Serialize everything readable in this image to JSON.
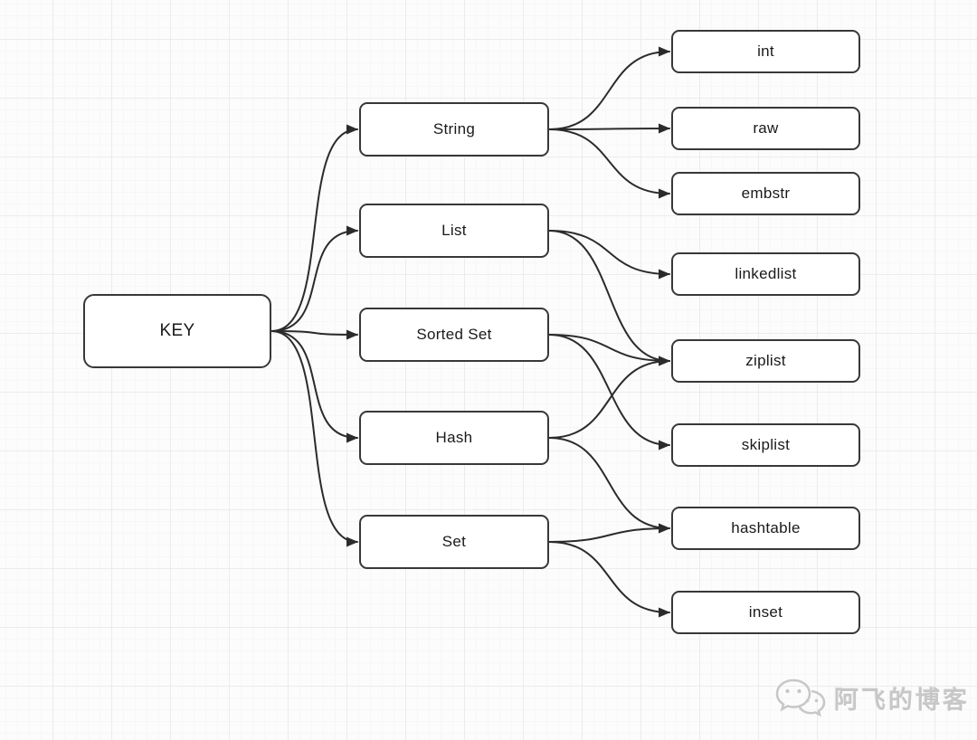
{
  "diagram": {
    "root": {
      "id": "key",
      "label": "KEY"
    },
    "types": [
      {
        "id": "string",
        "label": "String"
      },
      {
        "id": "list",
        "label": "List"
      },
      {
        "id": "sortedset",
        "label": "Sorted Set"
      },
      {
        "id": "hash",
        "label": "Hash"
      },
      {
        "id": "set",
        "label": "Set"
      }
    ],
    "encodings": [
      {
        "id": "int",
        "label": "int"
      },
      {
        "id": "raw",
        "label": "raw"
      },
      {
        "id": "embstr",
        "label": "embstr"
      },
      {
        "id": "linkedlist",
        "label": "linkedlist"
      },
      {
        "id": "ziplist",
        "label": "ziplist"
      },
      {
        "id": "skiplist",
        "label": "skiplist"
      },
      {
        "id": "hashtable",
        "label": "hashtable"
      },
      {
        "id": "inset",
        "label": "inset"
      }
    ],
    "edges": [
      [
        "key",
        "string"
      ],
      [
        "key",
        "list"
      ],
      [
        "key",
        "sortedset"
      ],
      [
        "key",
        "hash"
      ],
      [
        "key",
        "set"
      ],
      [
        "string",
        "int"
      ],
      [
        "string",
        "raw"
      ],
      [
        "string",
        "embstr"
      ],
      [
        "list",
        "linkedlist"
      ],
      [
        "list",
        "ziplist"
      ],
      [
        "sortedset",
        "ziplist"
      ],
      [
        "sortedset",
        "skiplist"
      ],
      [
        "hash",
        "ziplist"
      ],
      [
        "hash",
        "hashtable"
      ],
      [
        "set",
        "hashtable"
      ],
      [
        "set",
        "inset"
      ]
    ]
  },
  "watermark": {
    "label": "阿飞的博客",
    "icon": "wechat-bubbles-icon"
  },
  "colors": {
    "node_fill": "#ffffff",
    "node_border": "#383838",
    "edge": "#2b2b2b",
    "grid_major": "#ececec",
    "grid_minor": "#f7f7f7",
    "watermark": "#c7c7c7"
  }
}
